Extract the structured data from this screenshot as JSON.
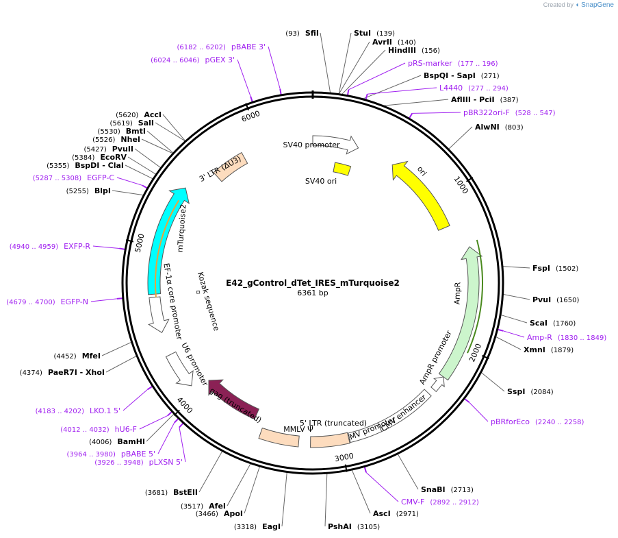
{
  "credit": {
    "prefix": "Created by",
    "brand": "SnapGene"
  },
  "plasmid": {
    "name": "E42_gControl_dTet_IRES_mTurquoise2",
    "length_label": "6361 bp",
    "length": 6361
  },
  "ticks": [
    "1000",
    "2000",
    "3000",
    "4000",
    "5000",
    "6000"
  ],
  "features": [
    {
      "label": "SV40 promoter",
      "start": 6361,
      "end": 330,
      "dir": "cw",
      "color": "#ffffff"
    },
    {
      "label": "SV40 ori",
      "start": 185,
      "end": 320,
      "dir": "none",
      "color": "#ffff00"
    },
    {
      "label": "ori",
      "start": 600,
      "end": 1189,
      "dir": "ccw",
      "color": "#ffff00"
    },
    {
      "label": "AmpR",
      "start": 1360,
      "end": 2220,
      "dir": "ccw",
      "color": "#ccf5cc"
    },
    {
      "label": "AmpR promoter",
      "start": 2220,
      "end": 2320,
      "dir": "ccw",
      "color": "#ffffff"
    },
    {
      "label": "CMV enhancer",
      "start": 2360,
      "end": 2740,
      "dir": "none",
      "color": "#ffffff"
    },
    {
      "label": "CMV promoter",
      "start": 2740,
      "end": 2945,
      "dir": "none",
      "color": "#ffffff"
    },
    {
      "label": "5' LTR (truncated)",
      "start": 2950,
      "end": 3195,
      "dir": "none",
      "color": "#fddcbe"
    },
    {
      "label": "MMLV Ψ",
      "start": 3270,
      "end": 3520,
      "dir": "none",
      "color": "#fddcbe"
    },
    {
      "label": "gag (truncated)",
      "start": 3590,
      "end": 4010,
      "dir": "cw",
      "color": "#8b2155"
    },
    {
      "label": "U6 promoter",
      "start": 4060,
      "end": 4300,
      "dir": "ccw",
      "color": "#ffffff"
    },
    {
      "label": "Kozak sequence",
      "start": 4680,
      "end": 4700,
      "dir": "none",
      "color": "#ffffff"
    },
    {
      "label": "EF-1α core promoter",
      "start": 4450,
      "end": 4680,
      "dir": "ccw",
      "color": "#ffffff"
    },
    {
      "label": "mTurquoise2",
      "start": 4700,
      "end": 5420,
      "dir": "cw",
      "color": "#00ffff"
    },
    {
      "label": "3' LTR (ΔU3)",
      "start": 5620,
      "end": 5855,
      "dir": "none",
      "color": "#fddcbe"
    }
  ],
  "sites": [
    {
      "name": "SfiI",
      "pos": "(93)",
      "bp": 93
    },
    {
      "name": "StuI",
      "pos": "(139)",
      "bp": 139
    },
    {
      "name": "AvrII",
      "pos": "(140)",
      "bp": 140
    },
    {
      "name": "HindIII",
      "pos": "(156)",
      "bp": 156
    },
    {
      "name": "BspQI - SapI",
      "pos": "(271)",
      "bp": 271
    },
    {
      "name": "AflIII - PciI",
      "pos": "(387)",
      "bp": 387
    },
    {
      "name": "AlwNI",
      "pos": "(803)",
      "bp": 803
    },
    {
      "name": "FspI",
      "pos": "(1502)",
      "bp": 1502
    },
    {
      "name": "PvuI",
      "pos": "(1650)",
      "bp": 1650
    },
    {
      "name": "ScaI",
      "pos": "(1760)",
      "bp": 1760
    },
    {
      "name": "XmnI",
      "pos": "(1879)",
      "bp": 1879
    },
    {
      "name": "SspI",
      "pos": "(2084)",
      "bp": 2084
    },
    {
      "name": "SnaBI",
      "pos": "(2713)",
      "bp": 2713
    },
    {
      "name": "AscI",
      "pos": "(2971)",
      "bp": 2971
    },
    {
      "name": "PshAI",
      "pos": "(3105)",
      "bp": 3105
    },
    {
      "name": "EagI",
      "pos": "(3318)",
      "bp": 3318
    },
    {
      "name": "ApoI",
      "pos": "(3466)",
      "bp": 3466
    },
    {
      "name": "AfeI",
      "pos": "(3517)",
      "bp": 3517
    },
    {
      "name": "BstEII",
      "pos": "(3681)",
      "bp": 3681
    },
    {
      "name": "BamHI",
      "pos": "(4006)",
      "bp": 4006
    },
    {
      "name": "PaeR7I - XhoI",
      "pos": "(4374)",
      "bp": 4374
    },
    {
      "name": "MfeI",
      "pos": "(4452)",
      "bp": 4452
    },
    {
      "name": "BlpI",
      "pos": "(5255)",
      "bp": 5255
    },
    {
      "name": "BspDI - ClaI",
      "pos": "(5355)",
      "bp": 5355
    },
    {
      "name": "EcoRV",
      "pos": "(5384)",
      "bp": 5384
    },
    {
      "name": "PvuII",
      "pos": "(5427)",
      "bp": 5427
    },
    {
      "name": "NheI",
      "pos": "(5526)",
      "bp": 5526
    },
    {
      "name": "BmtI",
      "pos": "(5530)",
      "bp": 5530
    },
    {
      "name": "SalI",
      "pos": "(5619)",
      "bp": 5619
    },
    {
      "name": "AccI",
      "pos": "(5620)",
      "bp": 5620
    }
  ],
  "primers": [
    {
      "name": "pRS-marker",
      "pos": "(177 .. 196)",
      "bp": 186
    },
    {
      "name": "L4440",
      "pos": "(277 .. 294)",
      "bp": 285
    },
    {
      "name": "pBR322ori-F",
      "pos": "(528 .. 547)",
      "bp": 537
    },
    {
      "name": "Amp-R",
      "pos": "(1830 .. 1849)",
      "bp": 1839
    },
    {
      "name": "pBRforEco",
      "pos": "(2240 .. 2258)",
      "bp": 2249
    },
    {
      "name": "CMV-F",
      "pos": "(2892 .. 2912)",
      "bp": 2902
    },
    {
      "name": "pLXSN 5'",
      "pos": "(3926 .. 3948)",
      "bp": 3937
    },
    {
      "name": "pBABE 5'",
      "pos": "(3964 .. 3980)",
      "bp": 3972
    },
    {
      "name": "hU6-F",
      "pos": "(4012 .. 4032)",
      "bp": 4022
    },
    {
      "name": "LKO.1 5'",
      "pos": "(4183 .. 4202)",
      "bp": 4192
    },
    {
      "name": "EGFP-N",
      "pos": "(4679 .. 4700)",
      "bp": 4690
    },
    {
      "name": "EXFP-R",
      "pos": "(4940 .. 4959)",
      "bp": 4950
    },
    {
      "name": "EGFP-C",
      "pos": "(5287 .. 5308)",
      "bp": 5297
    },
    {
      "name": "pGEX 3'",
      "pos": "(6024 .. 6046)",
      "bp": 6035
    },
    {
      "name": "pBABE 3'",
      "pos": "(6182 .. 6202)",
      "bp": 6192
    }
  ]
}
